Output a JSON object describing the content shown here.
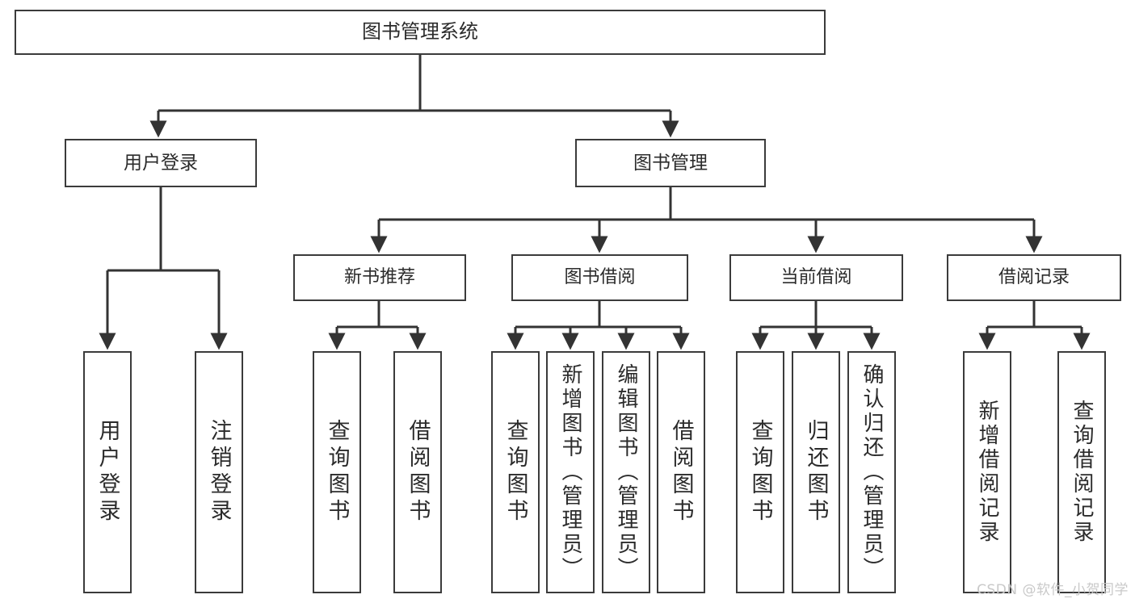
{
  "diagram": {
    "title": "图书管理系统",
    "type": "tree",
    "root": {
      "label": "图书管理系统",
      "children": [
        {
          "label": "用户登录",
          "children": [
            {
              "label": "用户登录"
            },
            {
              "label": "注销登录"
            }
          ]
        },
        {
          "label": "图书管理",
          "children": [
            {
              "label": "新书推荐",
              "children": [
                {
                  "label": "查询图书"
                },
                {
                  "label": "借阅图书"
                }
              ]
            },
            {
              "label": "图书借阅",
              "children": [
                {
                  "label": "查询图书"
                },
                {
                  "label": "新增图书（管理员）"
                },
                {
                  "label": "编辑图书（管理员）"
                },
                {
                  "label": "借阅图书"
                }
              ]
            },
            {
              "label": "当前借阅",
              "children": [
                {
                  "label": "查询图书"
                },
                {
                  "label": "归还图书"
                },
                {
                  "label": "确认归还（管理员）"
                }
              ]
            },
            {
              "label": "借阅记录",
              "children": [
                {
                  "label": "新增借阅记录"
                },
                {
                  "label": "查询借阅记录"
                }
              ]
            }
          ]
        }
      ]
    }
  },
  "nodes": {
    "root": "图书管理系统",
    "user_login": "用户登录",
    "book_manage": "图书管理",
    "new_book_rec": "新书推荐",
    "book_borrow": "图书借阅",
    "current_borrow": "当前借阅",
    "borrow_record": "借阅记录",
    "leaf_user_login": "用户登录",
    "leaf_logout": "注销登录",
    "leaf_query_book_1": "查询图书",
    "leaf_borrow_book_1": "借阅图书",
    "leaf_query_book_2": "查询图书",
    "leaf_add_book_admin": "新增图书（管理员）",
    "leaf_edit_book_admin": "编辑图书（管理员）",
    "leaf_borrow_book_2": "借阅图书",
    "leaf_query_book_3": "查询图书",
    "leaf_return_book": "归还图书",
    "leaf_confirm_return_admin": "确认归还（管理员）",
    "leaf_add_record": "新增借阅记录",
    "leaf_query_record": "查询借阅记录"
  },
  "watermark": {
    "text": "CSDN @软件_小贺同学"
  },
  "colors": {
    "box_border": "#3b3b3b",
    "box_fill": "#ffffff",
    "text": "#2b2b2b",
    "connector": "#333333",
    "watermark": "#c9c9c9",
    "background": "#ffffff"
  }
}
